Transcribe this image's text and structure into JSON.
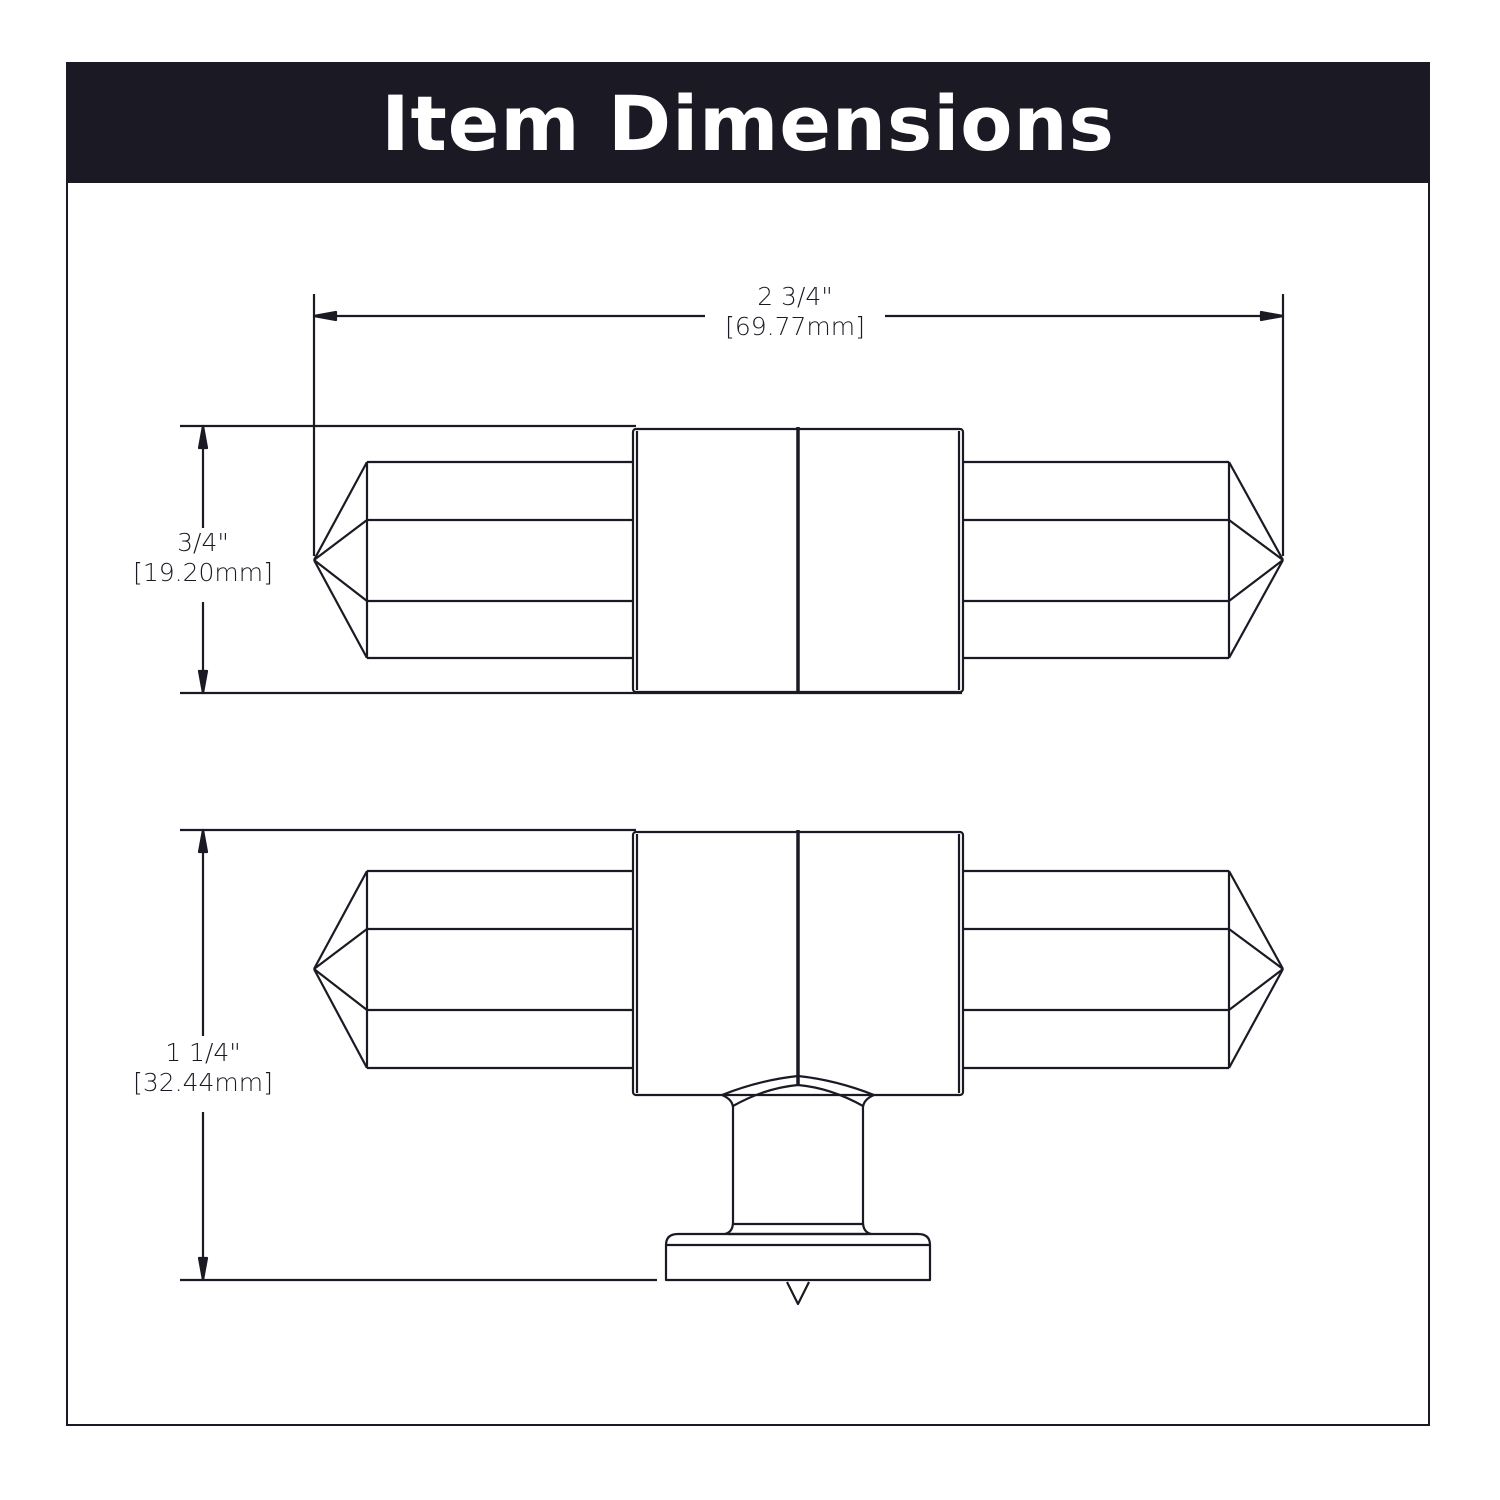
{
  "header": {
    "title": "Item Dimensions"
  },
  "colors": {
    "header_bg": "#1b1a24",
    "header_text": "#ffffff",
    "line": "#1b1a24",
    "background": "#ffffff"
  },
  "dimensions": {
    "width": {
      "imperial": "2 3/4\"",
      "metric": "[69.77mm]"
    },
    "diameter": {
      "imperial": "3/4\"",
      "metric": "[19.20mm]"
    },
    "projection": {
      "imperial": "1 1/4\"",
      "metric": "[32.44mm]"
    }
  },
  "views": [
    {
      "name": "top-view",
      "description": "T-bar knob viewed from above"
    },
    {
      "name": "side-view",
      "description": "T-bar knob side profile with post and base"
    }
  ]
}
